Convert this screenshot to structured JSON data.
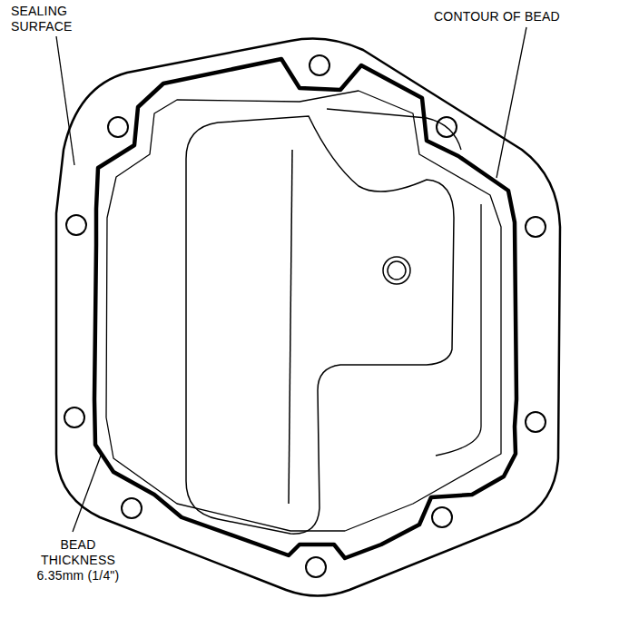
{
  "diagram": {
    "labels": [
      "SEALING SURFACE",
      "CONTOUR OF BEAD",
      "BEAD THICKNESS 6.35mm (1/4\")"
    ]
  }
}
